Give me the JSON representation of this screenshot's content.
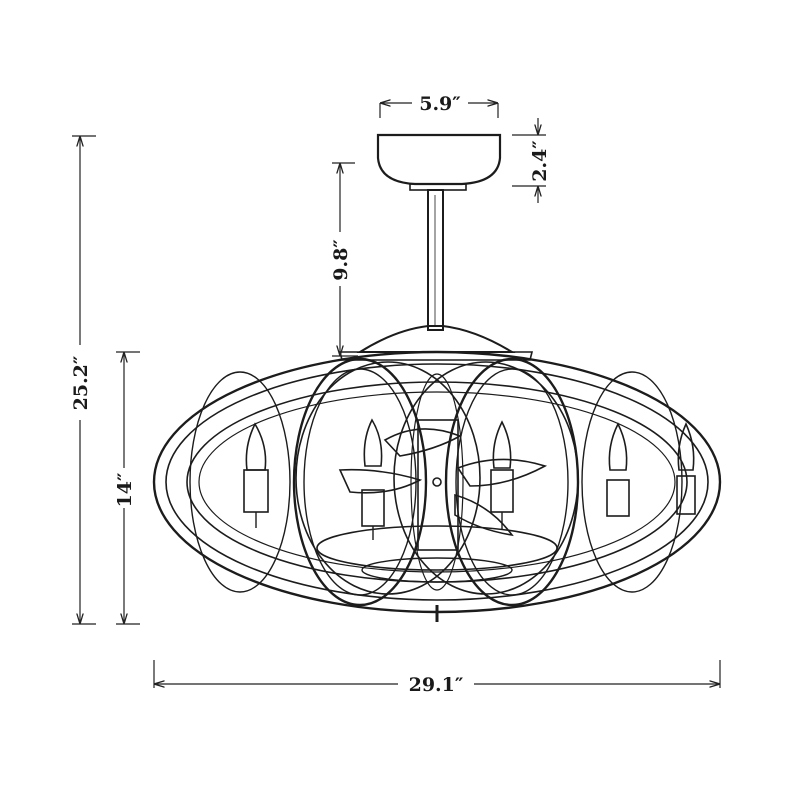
{
  "dimensions": {
    "canopy_width": "5.9″",
    "canopy_height": "2.4″",
    "downrod_length": "9.8″",
    "overall_height": "25.2″",
    "cage_height": "14″",
    "overall_width": "29.1″"
  },
  "colors": {
    "ink": "#1c1c1c",
    "background": "#ffffff"
  }
}
